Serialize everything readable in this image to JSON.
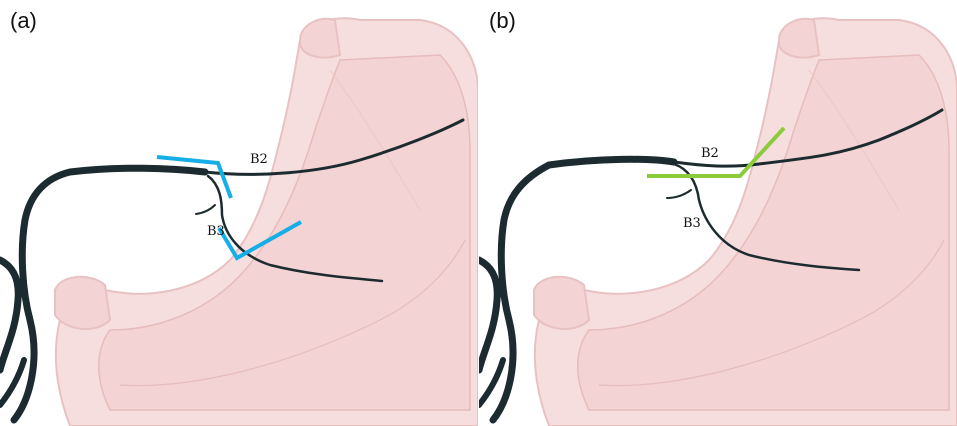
{
  "panels": [
    {
      "label": "(a)",
      "branch_labels": [
        "B2",
        "B3"
      ],
      "marker_color": "#16aee6"
    },
    {
      "label": "(b)",
      "branch_labels": [
        "B2",
        "B3"
      ],
      "marker_color": "#8ccc3c"
    }
  ],
  "colors": {
    "stomach_fill": "#f7dede",
    "stomach_inner": "#f3d3d3",
    "stomach_edge": "#e8c2c2",
    "vessel": "#1c2b2f"
  }
}
